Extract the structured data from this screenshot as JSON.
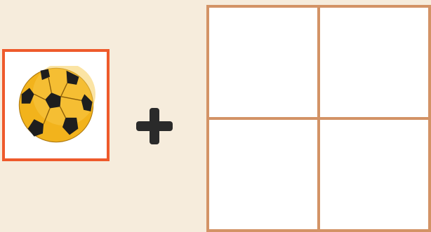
{
  "item_card": {
    "icon": "soccer-ball-icon",
    "colors": {
      "border": "#ee5a2b",
      "ball_fill": "#f2b31c",
      "ball_patch": "#1e1e1e"
    }
  },
  "operator": {
    "symbol": "plus-icon"
  },
  "answer_grid": {
    "rows": 2,
    "cols": 2,
    "cells": [
      {
        "state": "empty"
      },
      {
        "state": "empty"
      },
      {
        "state": "empty"
      },
      {
        "state": "empty"
      }
    ],
    "colors": {
      "border": "#d39366",
      "cell_fill": "#ffffff"
    }
  },
  "background_color": "#f6ecdc"
}
